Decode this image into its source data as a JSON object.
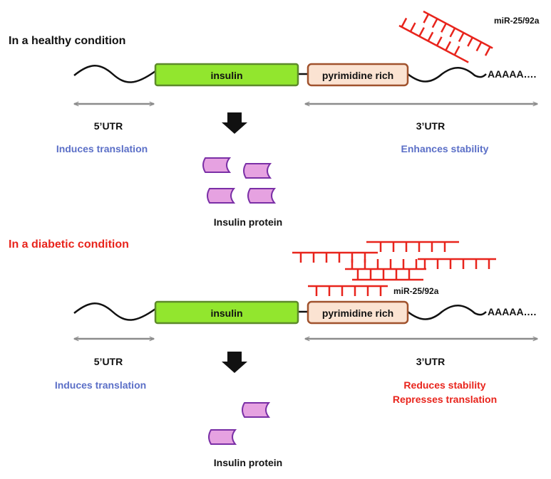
{
  "colors": {
    "strand": "#111111",
    "insulin_fill": "#92e62e",
    "insulin_stroke": "#5d8a2a",
    "pyr_fill": "#fbe3d2",
    "pyr_stroke": "#a0522d",
    "arrow_gray": "#8c8c8c",
    "protein_fill": "#e6a2e1",
    "protein_stroke": "#7a2fa6",
    "mirna": "#e8241c",
    "blue_text": "#5b6fc7",
    "red_text": "#e8241c",
    "black": "#111111"
  },
  "icons": {
    "process_arrow": "down-arrow-icon",
    "protein": "protein-cylinder-icon",
    "mirna": "mirna-comb-icon"
  },
  "healthy": {
    "title": "In a healthy condition",
    "mirna_label": "miR-25/92a",
    "insulin_label": "insulin",
    "pyr_label": "pyrimidine rich",
    "polya": "AAAAA….",
    "utr5": "5’UTR",
    "utr3": "3’UTR",
    "utr5_effect": "Induces translation",
    "utr3_effect": "Enhances stability",
    "protein_label": "Insulin protein"
  },
  "diabetic": {
    "title": "In a diabetic condition",
    "mirna_label": "miR-25/92a",
    "insulin_label": "insulin",
    "pyr_label": "pyrimidine rich",
    "polya": "AAAAA….",
    "utr5": "5’UTR",
    "utr3": "3’UTR",
    "utr5_effect": "Induces translation",
    "utr3_effect_1": "Reduces stability",
    "utr3_effect_2": "Represses translation",
    "protein_label": "Insulin protein"
  }
}
